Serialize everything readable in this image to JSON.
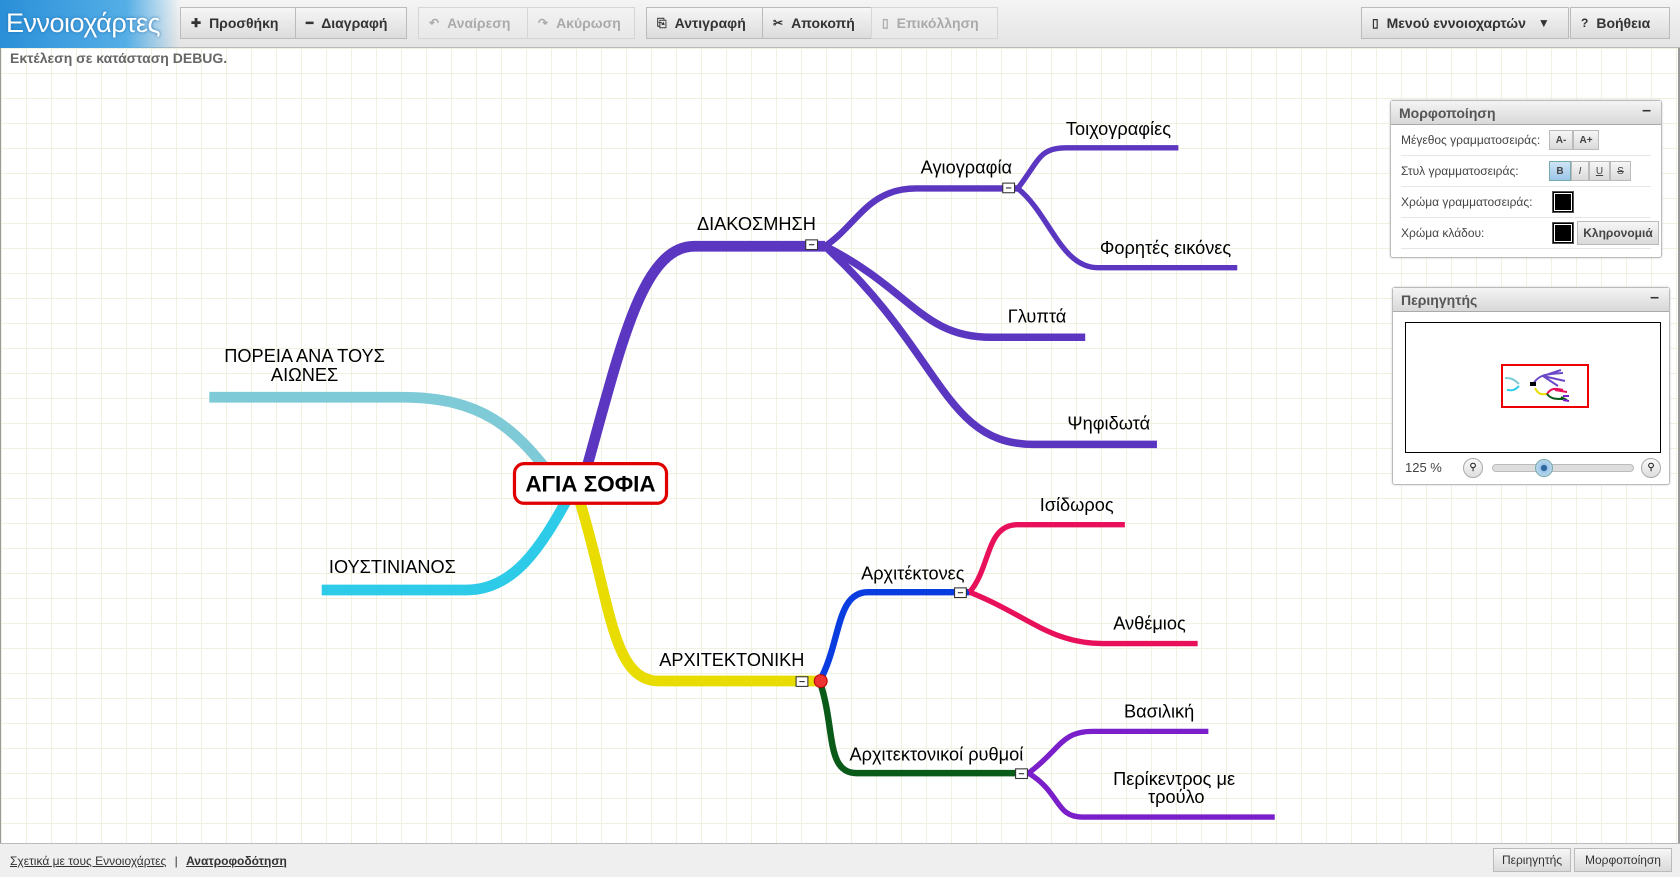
{
  "app": {
    "title": "Εννοιοχάρτες",
    "debug": "Εκτέλεση σε κατάσταση DEBUG."
  },
  "toolbar": {
    "add": "Προσθήκη",
    "delete": "Διαγραφή",
    "undo": "Αναίρεση",
    "redo": "Ακύρωση",
    "copy": "Αντιγραφή",
    "cut": "Αποκοπή",
    "paste": "Επικόλληση",
    "menu": "Μενού εννοιοχαρτών",
    "help": "Βοήθεια"
  },
  "map": {
    "center": "ΑΓΙΑ ΣΟΦΙΑ",
    "nodes": {
      "poreia1": "ΠΟΡΕΙΑ ΑΝΑ ΤΟΥΣ",
      "poreia2": "ΑΙΩΝΕΣ",
      "ioustinianos": "ΙΟΥΣΤΙΝΙΑΝΟΣ",
      "diakosmisi": "ΔΙΑΚΟΣΜΗΣΗ",
      "agiografia": "Αγιογραφία",
      "toixografies": "Τοιχογραφίες",
      "forites": "Φορητές εικόνες",
      "glypta": "Γλυπτά",
      "psifidota": "Ψηφιδωτά",
      "architektoniki": "ΑΡΧΙΤΕΚΤΟΝΙΚΗ",
      "architektones": "Αρχιτέκτονες",
      "isidoros": "Ισίδωρος",
      "anthemios": "Ανθέμιος",
      "rythmoi": "Αρχιτεκτονικοί ρυθμοί",
      "vasiliki": "Βασιλική",
      "perikentros1": "Περίκεντρος με",
      "perikentros2": "τρούλο"
    },
    "colors": {
      "poreia": "#7ecad6",
      "ioustinianos": "#2ecbe9",
      "diakosmisi": "#5b36c0",
      "architektoniki": "#e8dc00",
      "architektones": "#0a3de0",
      "isidoros": "#e8105a",
      "rythmoi": "#0a5a1a",
      "vasiliki": "#7a1fc9",
      "center_border": "#e00000"
    }
  },
  "format_panel": {
    "title": "Μορφοποίηση",
    "font_size": "Μέγεθος γραμματοσειράς:",
    "dec": "A-",
    "inc": "A+",
    "font_style": "Στυλ γραμματοσειράς:",
    "bold": "B",
    "italic": "I",
    "underline": "U",
    "strike": "S",
    "font_color": "Χρώμα γραμματοσειράς:",
    "branch_color": "Χρώμα κλάδου:",
    "inherit": "Κληρονομιά",
    "minimize": "–"
  },
  "navigator": {
    "title": "Περιηγητής",
    "zoom": "125 %",
    "zoom_level": 125,
    "minimize": "–"
  },
  "footer": {
    "about": "Σχετικά με τους Εννοιοχάρτες",
    "sep": "|",
    "feedback": "Ανατροφοδότηση",
    "navigator": "Περιηγητής",
    "format": "Μορφοποίηση"
  }
}
